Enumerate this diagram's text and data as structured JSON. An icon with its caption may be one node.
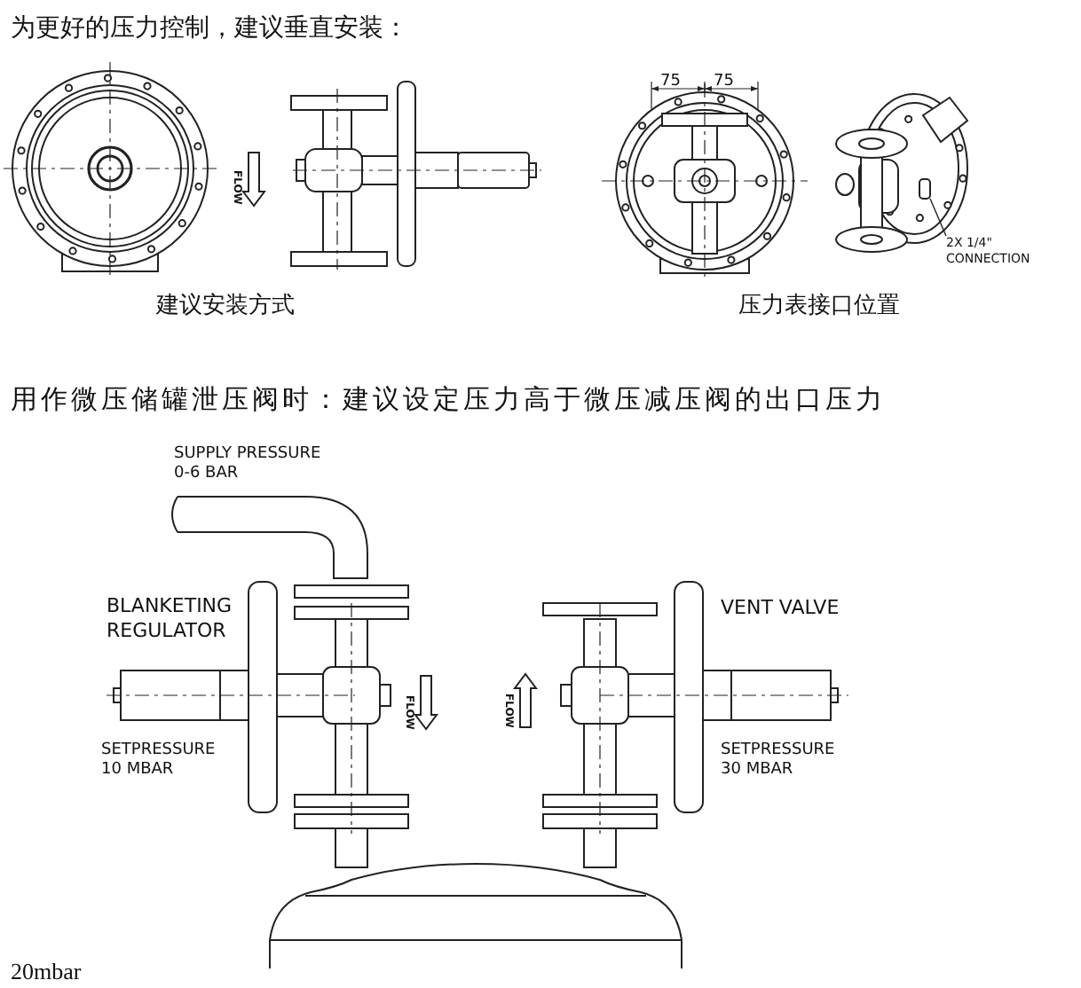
{
  "diagram": {
    "title": "为更好的压力控制，建议垂直安装：",
    "nodes": [
      {
        "text": [
          "2X 1/4\" CONNECTION"
        ]
      },
      {
        "text": [],
        "shape": "box"
      }
    ],
    "edges": [
      {
        "from": 0,
        "to": 1,
        "arrow": "none"
      }
    ],
    "labels": [
      "FLOW",
      "75",
      "75",
      "建议安装方式",
      "压力表接口位置",
      "用作微压储罐泄压阀时：建议设定压力高于微压减压阀的出口压力",
      "SUPPLY PRESSURE 0-6 BAR",
      "BLANKETING REGULATOR",
      "VENT VALVE",
      "FLOW",
      "FLOW",
      "SETPRESSURE 10 MBAR",
      "SETPRESSURE 30 MBAR",
      "20mbar"
    ]
  }
}
